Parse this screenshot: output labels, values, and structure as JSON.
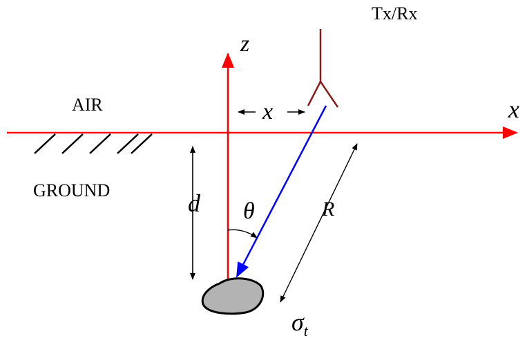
{
  "labels": {
    "antenna": "Tx/Rx",
    "z_axis": "z",
    "x_axis": "x",
    "x_offset": "x",
    "medium_top": "AIR",
    "medium_bottom": "GROUND",
    "depth": "d",
    "angle": "θ",
    "range": "R",
    "cross_section": "σ",
    "cross_section_sub": "t"
  },
  "colors": {
    "axes": "#ff0000",
    "ray": "#0000ff",
    "antenna": "#8b1a1a",
    "target_fill": "#b3b3b3",
    "ink": "#000000"
  }
}
